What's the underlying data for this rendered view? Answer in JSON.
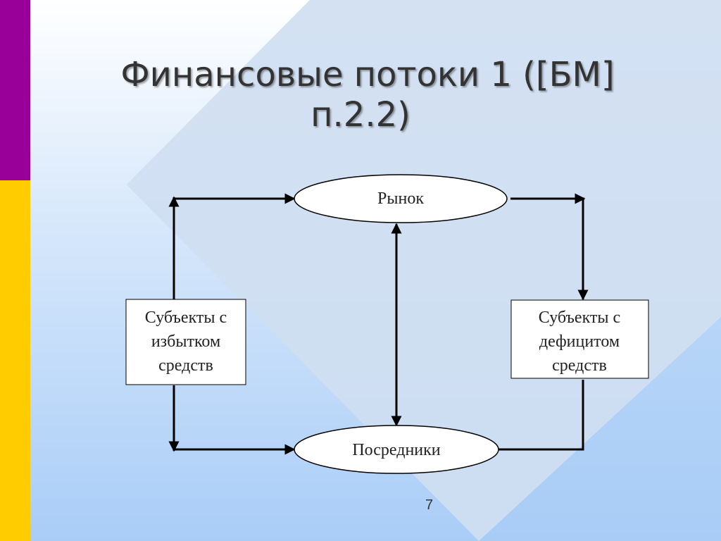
{
  "slide": {
    "title_line1": "Финансовые потоки 1 ([БМ]",
    "title_line2": "п.2.2)",
    "page_number": "7"
  },
  "diagram": {
    "market": "Рынок",
    "intermediaries": "Посредники",
    "surplus": [
      "Субъекты с",
      "избытком",
      "средств"
    ],
    "deficit": [
      "Субъекты с",
      "дефицитом",
      "средств"
    ]
  },
  "colors": {
    "purple_band": "#990099",
    "yellow_band": "#ffcc00",
    "diamond": "#cfe0f5"
  }
}
